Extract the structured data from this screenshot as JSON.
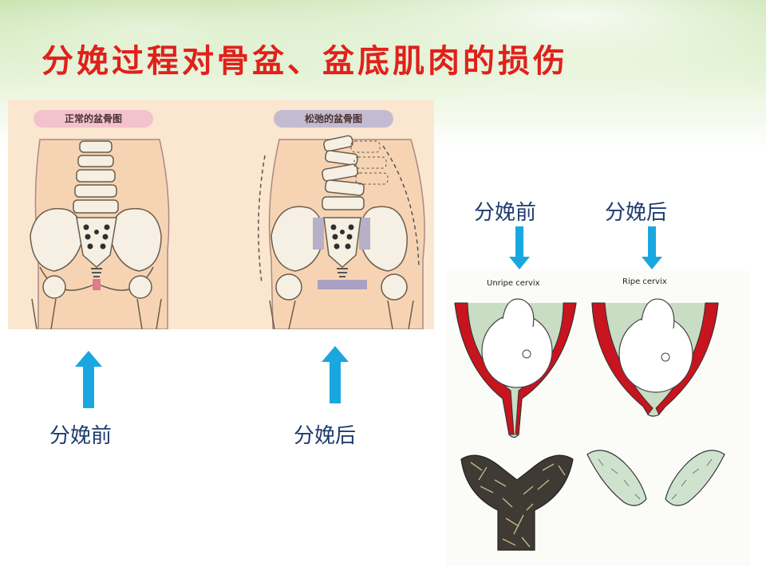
{
  "title": "分娩过程对骨盆、盆底肌肉的损伤",
  "pelvis_images": {
    "normal_tag": "正常的盆骨图",
    "loose_tag": "松弛的盆骨图"
  },
  "labels": {
    "left_before": "分娩前",
    "left_after": "分娩后",
    "right_before": "分娩前",
    "right_after": "分娩后"
  },
  "cervix_images": {
    "unripe_label": "Unripe cervix",
    "ripe_label": "Ripe cervix"
  },
  "colors": {
    "title": "#e0211b",
    "label": "#1f3c6e",
    "arrow": "#1aa7e0",
    "muscle": "#c8141e"
  }
}
